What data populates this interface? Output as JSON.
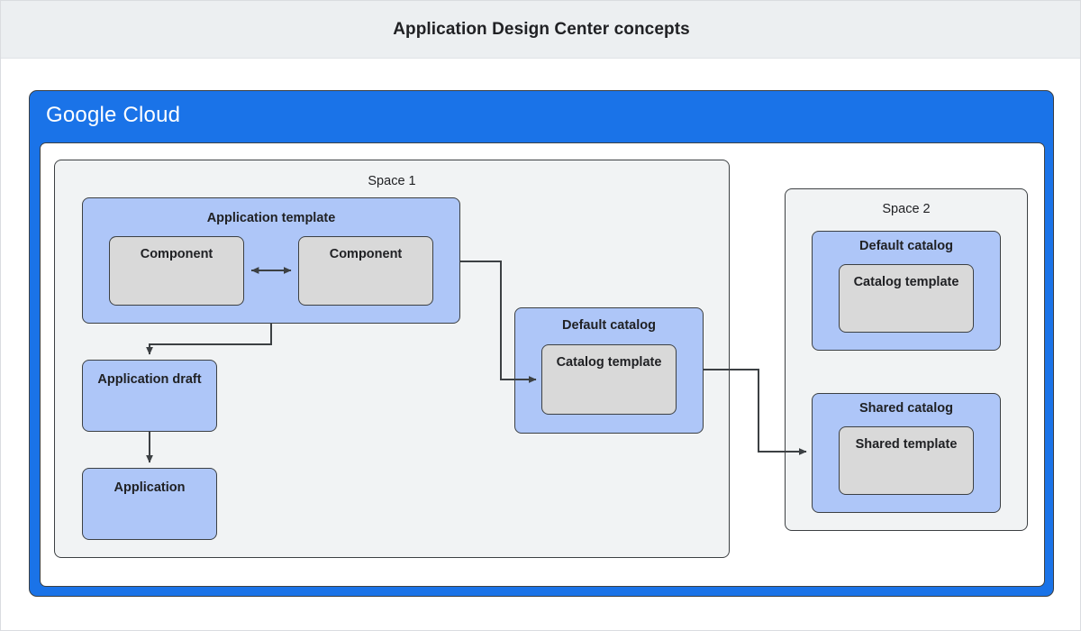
{
  "header": {
    "title": "Application Design Center concepts",
    "background": "#eceff1"
  },
  "cloud": {
    "brand_primary": "Google",
    "brand_secondary": "Cloud",
    "frame_color": "#1a73e8",
    "panel_color": "#ffffff"
  },
  "palette": {
    "blue_box": "#aec6f8",
    "gray_box": "#d9d9d9",
    "space_bg": "#f1f3f4",
    "stroke": "#3c4043",
    "text": "#202124"
  },
  "spaces": [
    {
      "id": "space-1",
      "label": "Space 1",
      "boxes": [
        {
          "id": "app-template",
          "label": "Application template",
          "kind": "blue",
          "children": [
            {
              "id": "component-1",
              "label": "Component",
              "kind": "gray"
            },
            {
              "id": "component-2",
              "label": "Component",
              "kind": "gray"
            }
          ]
        },
        {
          "id": "app-draft",
          "label": "Application draft",
          "kind": "blue"
        },
        {
          "id": "application",
          "label": "Application",
          "kind": "blue"
        },
        {
          "id": "default-catalog-1",
          "label": "Default catalog",
          "kind": "blue",
          "children": [
            {
              "id": "catalog-template-1",
              "label": "Catalog template",
              "kind": "gray"
            }
          ]
        }
      ]
    },
    {
      "id": "space-2",
      "label": "Space 2",
      "boxes": [
        {
          "id": "default-catalog-2",
          "label": "Default catalog",
          "kind": "blue",
          "children": [
            {
              "id": "catalog-template-2",
              "label": "Catalog template",
              "kind": "gray"
            }
          ]
        },
        {
          "id": "shared-catalog",
          "label": "Shared catalog",
          "kind": "blue",
          "children": [
            {
              "id": "shared-template",
              "label": "Shared template",
              "kind": "gray"
            }
          ]
        }
      ]
    }
  ],
  "connectors": [
    {
      "id": "component-link",
      "from": "component-1",
      "to": "component-2",
      "style": "bidirectional"
    },
    {
      "id": "template-to-draft",
      "from": "app-template",
      "to": "app-draft",
      "style": "arrow"
    },
    {
      "id": "draft-to-application",
      "from": "app-draft",
      "to": "application",
      "style": "arrow"
    },
    {
      "id": "template-to-catalog-template",
      "from": "app-template",
      "to": "catalog-template-1",
      "style": "arrow"
    },
    {
      "id": "default-catalog-to-shared-catalog",
      "from": "default-catalog-1",
      "to": "shared-template",
      "style": "arrow"
    }
  ]
}
